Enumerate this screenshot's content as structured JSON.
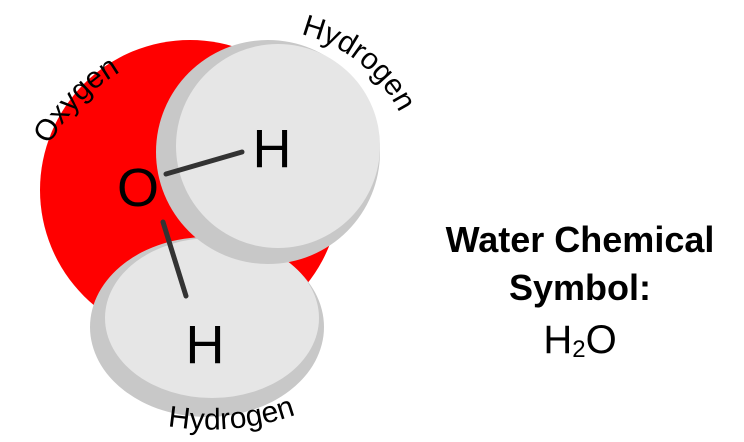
{
  "molecule": {
    "oxygen_label": "Oxygen",
    "hydrogen_top_label": "Hydrogen",
    "hydrogen_bottom_label": "Hydrogen",
    "oxygen_symbol": "O",
    "hydrogen_top_symbol": "H",
    "hydrogen_bottom_symbol": "H",
    "colors": {
      "oxygen": "#ff0000",
      "hydrogen": "#e6e6e6",
      "hydrogen_shade": "#c8c8c8",
      "bond": "#333333"
    }
  },
  "caption": {
    "line1": "Water Chemical",
    "line2": "Symbol:",
    "formula_main": "H",
    "formula_sub": "2",
    "formula_tail": "O"
  }
}
